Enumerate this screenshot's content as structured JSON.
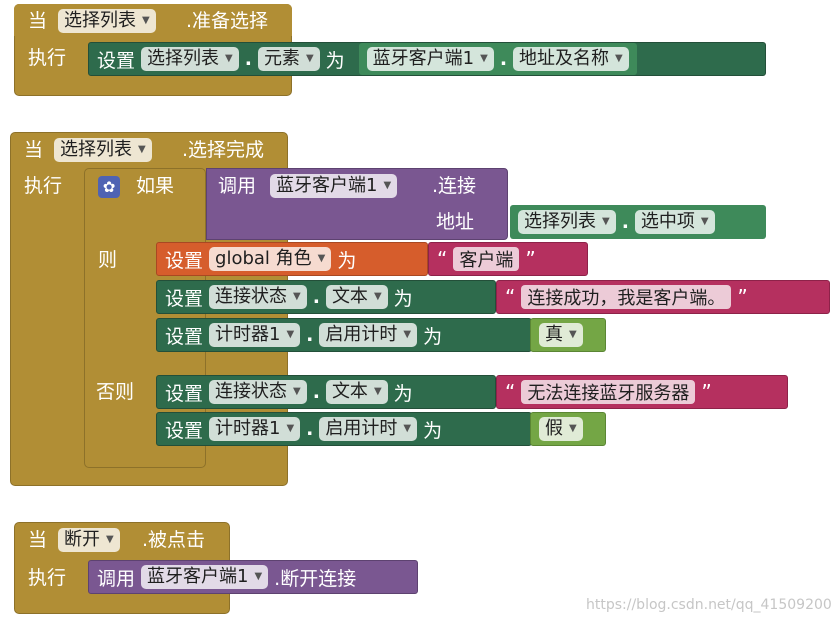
{
  "kw": {
    "when": "当",
    "do": "执行",
    "set": "设置",
    "to": "为",
    "call": "调用",
    "if": "如果",
    "then": "则",
    "else": "否则",
    "address": "地址",
    "dot": ".",
    "quote_open": "“",
    "quote_close": "”"
  },
  "block1": {
    "component": "选择列表",
    "event": ".准备选择",
    "target": "选择列表",
    "prop": "元素",
    "src_component": "蓝牙客户端1",
    "src_prop": "地址及名称"
  },
  "block2": {
    "component": "选择列表",
    "event": ".选择完成",
    "call_component": "蓝牙客户端1",
    "call_method": ".连接",
    "arg_component": "选择列表",
    "arg_prop": "选中项",
    "global_var": "global 角色",
    "role_value": "客户端",
    "status_component": "连接状态",
    "status_prop": "文本",
    "success_text": "连接成功，我是客户端。",
    "timer_component": "计时器1",
    "timer_prop": "启用计时",
    "true_value": "真",
    "fail_text": "无法连接蓝牙服务器",
    "false_value": "假"
  },
  "block3": {
    "component": "断开",
    "event": ".被点击",
    "call_component": "蓝牙客户端1",
    "call_method": ".断开连接"
  },
  "watermark": "https://blog.csdn.net/qq_41509200",
  "colors": {
    "event": "#b18e35",
    "setter": "#2e6b4c",
    "getter": "#3e8a5a",
    "logic": "#74a645",
    "procedure": "#7a5791",
    "variable": "#d65d2c",
    "text": "#b5305f",
    "control": "#4f63b3"
  }
}
